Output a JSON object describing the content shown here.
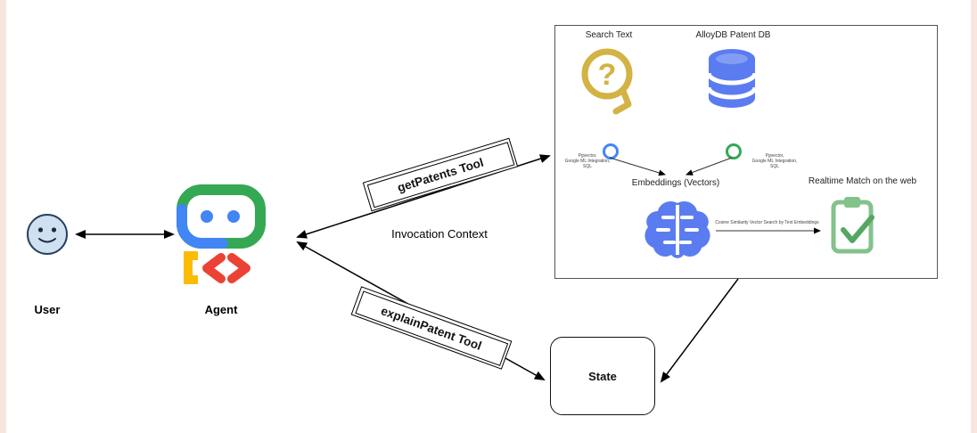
{
  "colors": {
    "edge_strip": "#f8e6de",
    "google_blue": "#4285f4",
    "google_green": "#34a853",
    "google_red": "#ea4335",
    "google_yellow": "#fbbc04",
    "db_blue": "#5b7cf0",
    "head_gold": "#d2b343",
    "clipboard_green": "#84c28c",
    "check_green": "#55a663",
    "user_face_fill": "#cfe0f1"
  },
  "actors": {
    "user_label": "User",
    "agent_label": "Agent"
  },
  "flow": {
    "get_patents_label": "getPatents Tool",
    "explain_patent_label": "explainPatent Tool",
    "invocation_context_label": "Invocation Context",
    "state_label": "State"
  },
  "tool_panel": {
    "search_text_label": "Search Text",
    "alloydb_label": "AlloyDB Patent DB",
    "left_circle_caption": [
      "Pgvector,",
      "Google ML Integration,",
      "SQL"
    ],
    "right_circle_caption": [
      "Pgvector,",
      "Google ML Integration,",
      "SQL"
    ],
    "embeddings_label": "Embeddings (Vectors)",
    "realtime_label": "Realtime Match on the web",
    "cosine_caption": "Cosine Similarity Vector Search by Text Embeddings"
  }
}
